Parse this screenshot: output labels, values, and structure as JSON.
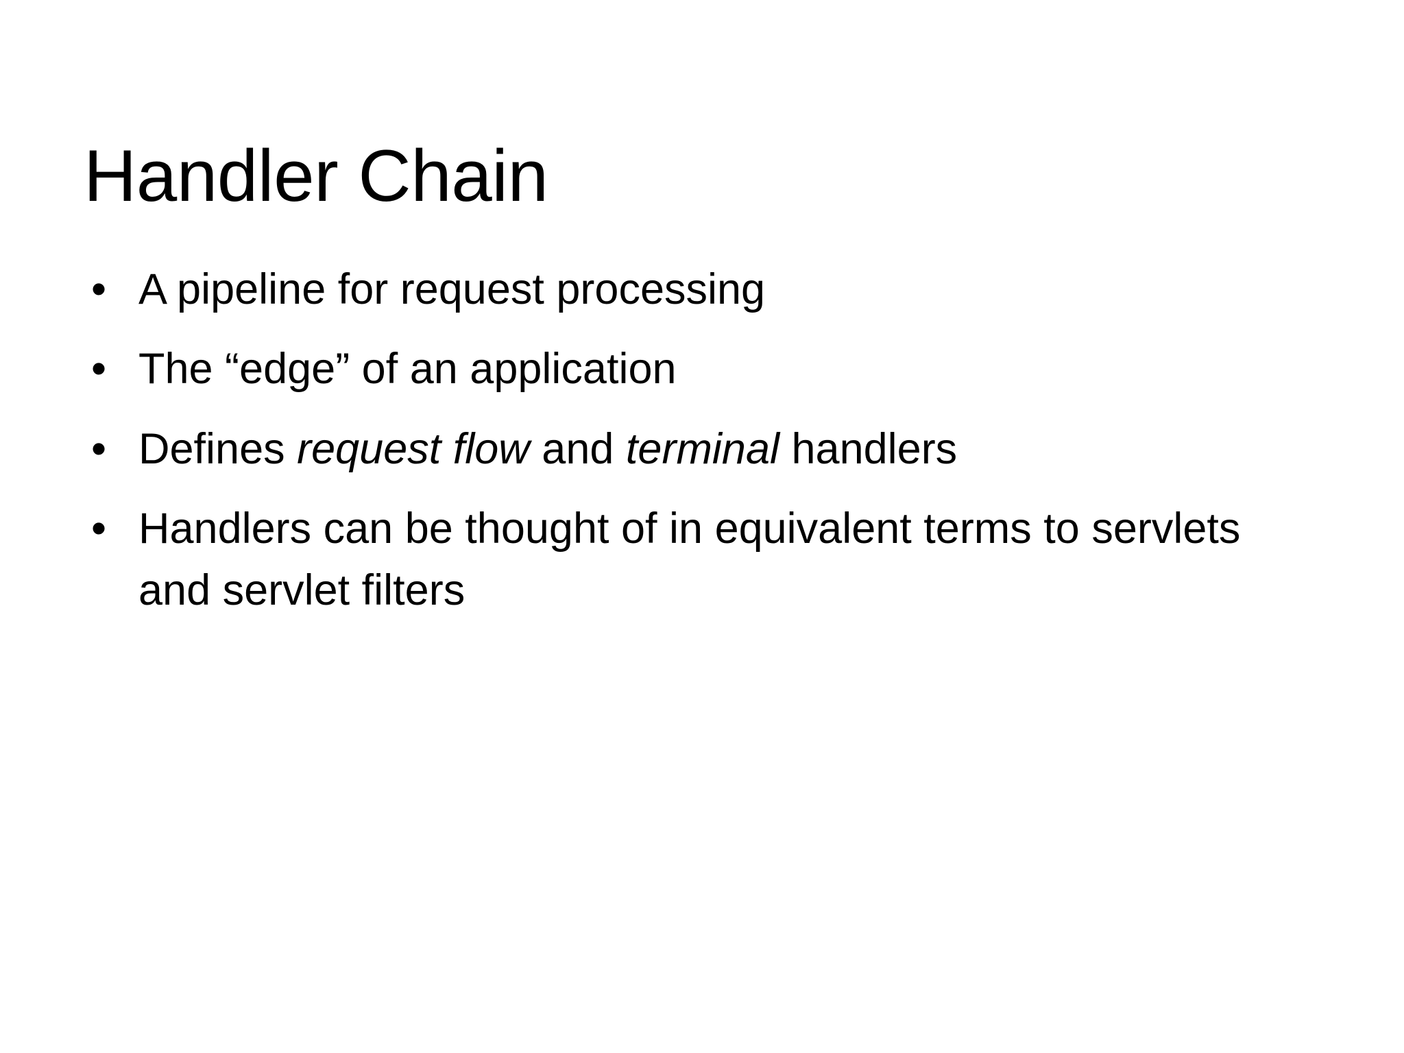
{
  "slide": {
    "title": "Handler Chain",
    "bullet_marker": "•",
    "bullets": [
      {
        "id": "pipeline",
        "segments": [
          {
            "text": "A pipeline for request processing",
            "style": "normal"
          }
        ]
      },
      {
        "id": "edge",
        "segments": [
          {
            "text": "The “edge” of an application",
            "style": "normal"
          }
        ]
      },
      {
        "id": "defines",
        "segments": [
          {
            "text": "Defines ",
            "style": "normal"
          },
          {
            "text": "request flow",
            "style": "italic"
          },
          {
            "text": " and ",
            "style": "normal"
          },
          {
            "text": "terminal",
            "style": "italic"
          },
          {
            "text": " handlers",
            "style": "normal"
          }
        ]
      },
      {
        "id": "equivalent",
        "segments": [
          {
            "text": "Handlers can be thought of in equivalent terms to servlets and servlet filters",
            "style": "normal"
          }
        ]
      }
    ]
  },
  "colors": {
    "background": "#ffffff",
    "text": "#000000"
  }
}
